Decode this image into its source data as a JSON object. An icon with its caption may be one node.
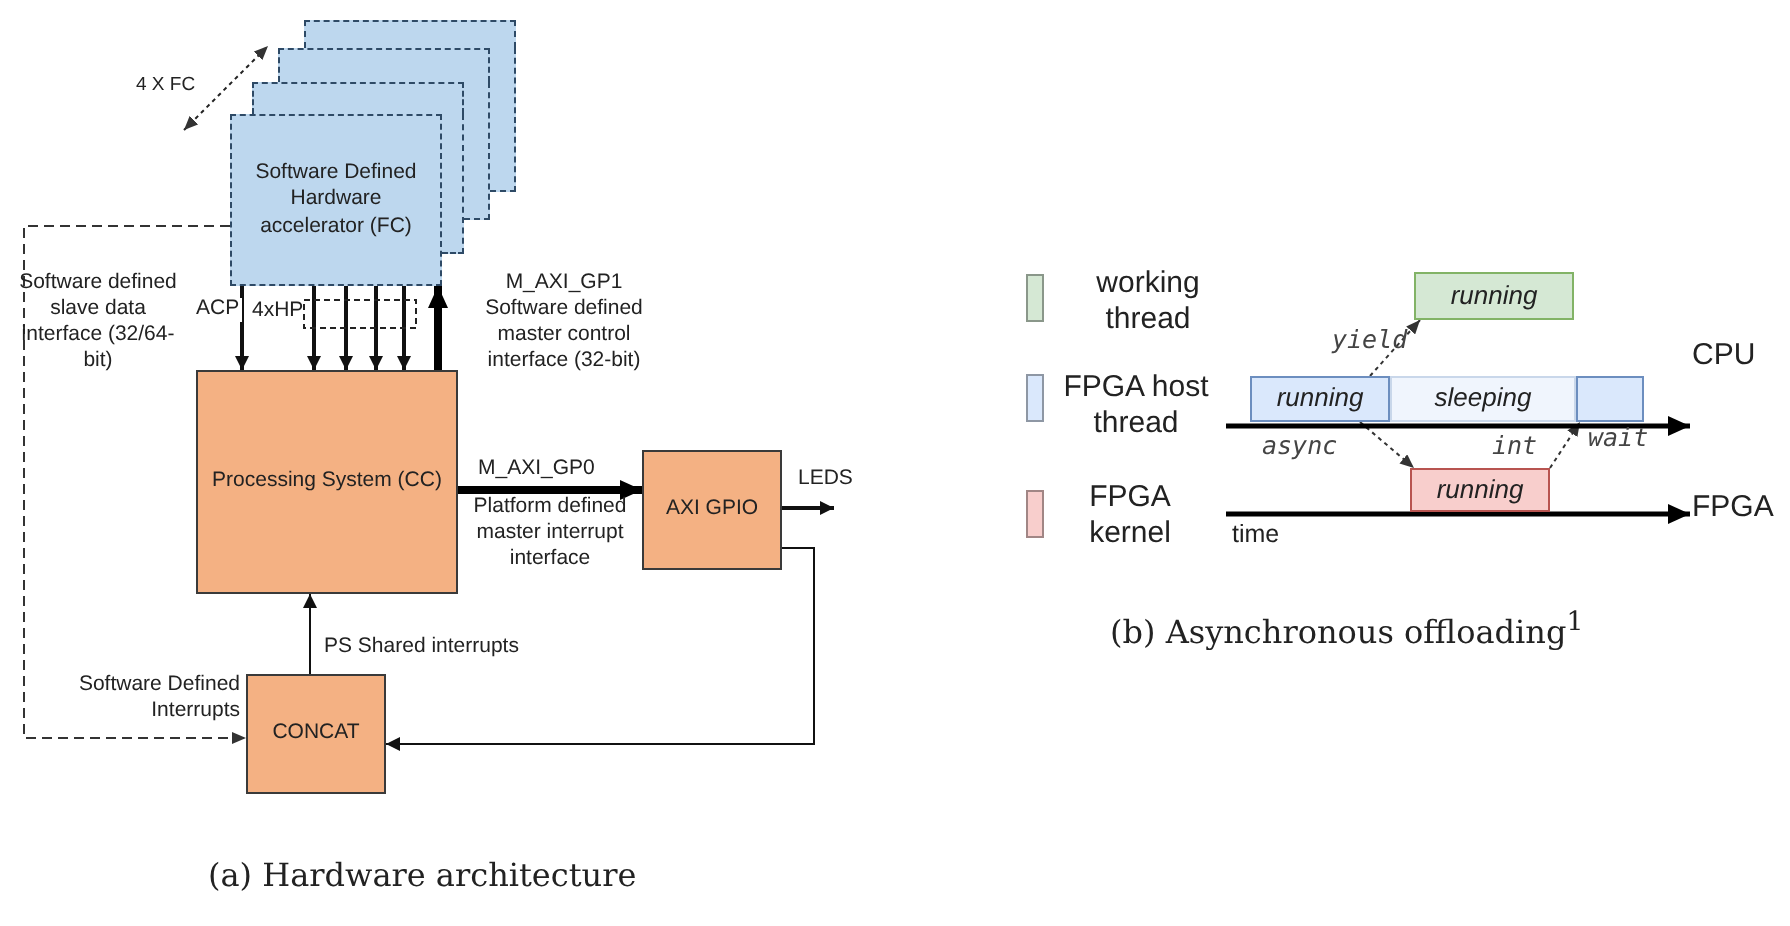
{
  "diagram": {
    "nodes": [
      {
        "text": [],
        "shape": "box"
      },
      {
        "text": [],
        "shape": "box"
      },
      {
        "text": [],
        "shape": "box"
      },
      {
        "text": [
          "Software Defined Hardware accelerator (FC)"
        ]
      },
      {
        "text": [
          "Processing System (CC)"
        ]
      },
      {
        "text": [
          "AXI GPIO"
        ]
      },
      {
        "text": [
          "CONCAT"
        ]
      },
      {
        "text": [
          "running"
        ]
      },
      {
        "text": [
          "running"
        ]
      },
      {
        "text": [
          "sleeping"
        ]
      },
      {
        "text": [],
        "shape": "box",
        "beside": [
          "wait"
        ]
      },
      {
        "text": [
          "running"
        ]
      }
    ],
    "edges": [
      {
        "from": 3,
        "to": 4,
        "arrow": "to",
        "label": "ACP"
      },
      {
        "from": 3,
        "to": 4,
        "arrow": "to"
      },
      {
        "from": 3,
        "to": 4,
        "arrow": "to"
      },
      {
        "from": 3,
        "to": 4,
        "arrow": "to"
      },
      {
        "from": 3,
        "to": 4,
        "arrow": "to"
      },
      {
        "from": 4,
        "to": 3,
        "arrow": "to",
        "style": "thick"
      },
      {
        "from": 4,
        "to": 5,
        "arrow": "to",
        "label": "M_AXI_GP0",
        "style": "thick"
      },
      {
        "from": 5,
        "to": null,
        "arrow": "to",
        "label": "LEDS"
      },
      {
        "from": 6,
        "to": 4,
        "arrow": "to"
      },
      {
        "from": 3,
        "to": 6,
        "arrow": "to",
        "style": "dashed"
      },
      {
        "from": 5,
        "to": 6,
        "arrow": "to"
      },
      {
        "from": 8,
        "to": 7,
        "arrow": "to",
        "label": "yield",
        "style": "dashed"
      },
      {
        "from": 8,
        "to": 11,
        "arrow": "to",
        "label": "async",
        "style": "dashed"
      },
      {
        "from": 11,
        "to": 10,
        "arrow": "to",
        "label": "int",
        "style": "dashed"
      }
    ],
    "labels": [
      "4 X FC",
      "Software defined slave data interface (32/64-bit)",
      "4xHP",
      "M_AXI_GP1",
      "Software defined master control interface (32-bit)",
      "Platform defined master interrupt interface",
      "PS Shared interrupts",
      "Software Defined Interrupts",
      "CPU",
      "time",
      "FPGA",
      "(a) Hardware architecture",
      "(b) Asynchronous offloading$^{1}$"
    ],
    "legend": [
      {
        "text": "working thread",
        "color": "#d5e8d4"
      },
      {
        "text": "FPGA host thread",
        "color": "#dae8fc"
      },
      {
        "text": "FPGA kernel",
        "color": "#f8cecc"
      }
    ]
  }
}
